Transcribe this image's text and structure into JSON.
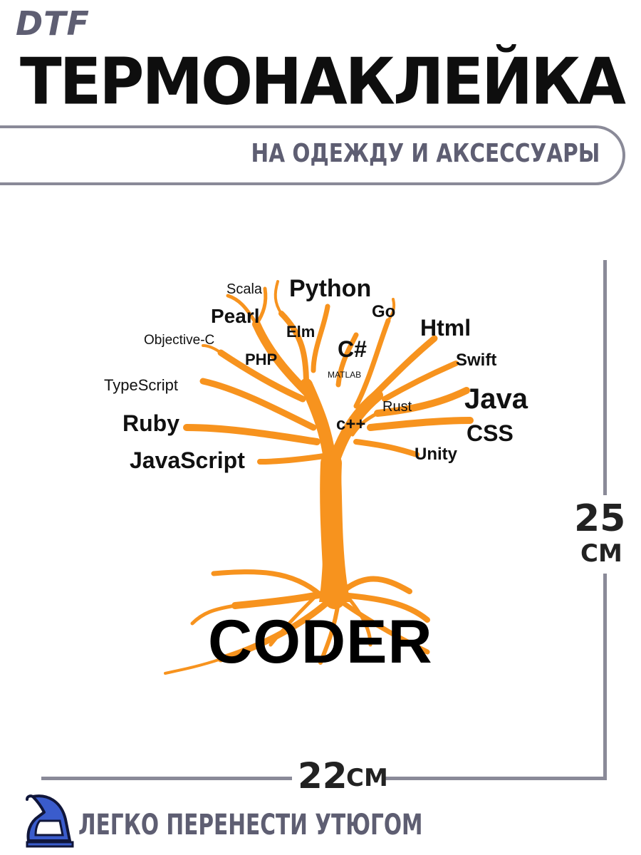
{
  "header": {
    "brand": "DTF",
    "title": "ТЕРМОНАКЛЕЙКА",
    "subtitle": "НА ОДЕЖДУ И АКСЕССУАРЫ"
  },
  "design": {
    "languages": [
      "Scala",
      "Python",
      "Go",
      "Pearl",
      "Elm",
      "Html",
      "Objective-C",
      "C#",
      "PHP",
      "Swift",
      "MATLAB",
      "TypeScript",
      "Java",
      "Rust",
      "Ruby",
      "c++",
      "CSS",
      "Unity",
      "JavaScript"
    ],
    "caption": "CODER",
    "tree_color": "#f7931e"
  },
  "dimensions": {
    "height_value": "25",
    "height_unit": "СМ",
    "width_value": "22",
    "width_unit": "СМ"
  },
  "footer": {
    "text": "ЛЕГКО ПЕРЕНЕСТИ УТЮГОМ",
    "icon": "iron-icon"
  },
  "colors": {
    "accent_gray": "#5e5e72",
    "line_gray": "#8a8a98",
    "iron_blue": "#3a5ccc"
  }
}
